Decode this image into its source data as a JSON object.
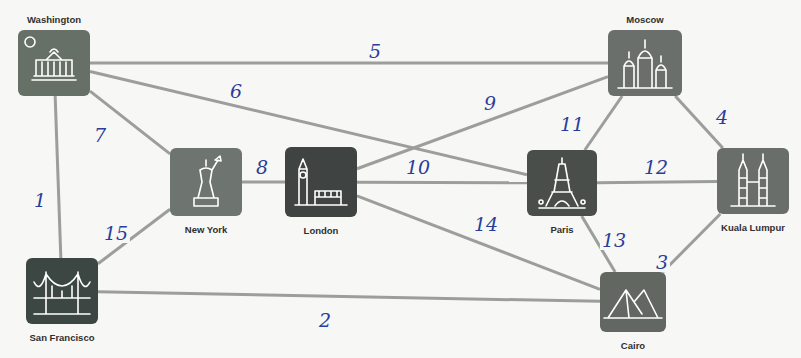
{
  "diagram": {
    "nodes": [
      {
        "text": [
          "Washington"
        ]
      },
      {
        "text": [
          "Moscow"
        ]
      },
      {
        "text": [
          "New York"
        ]
      },
      {
        "text": [
          "London"
        ]
      },
      {
        "text": [
          "Paris"
        ]
      },
      {
        "text": [
          "Kuala Lumpur"
        ]
      },
      {
        "text": [
          "San Francisco"
        ]
      },
      {
        "text": [
          "Cairo"
        ]
      }
    ],
    "edges": [
      {
        "from": 0,
        "to": 6,
        "arrow": "none",
        "label": "1"
      },
      {
        "from": 6,
        "to": 7,
        "arrow": "none",
        "label": "2"
      },
      {
        "from": 7,
        "to": 5,
        "arrow": "none",
        "label": "3"
      },
      {
        "from": 1,
        "to": 5,
        "arrow": "none",
        "label": "4"
      },
      {
        "from": 0,
        "to": 1,
        "arrow": "none",
        "label": "5"
      },
      {
        "from": 0,
        "to": 4,
        "arrow": "none",
        "label": "6"
      },
      {
        "from": 0,
        "to": 2,
        "arrow": "none",
        "label": "7"
      },
      {
        "from": 2,
        "to": 3,
        "arrow": "none",
        "label": "8"
      },
      {
        "from": 3,
        "to": 1,
        "arrow": "none",
        "label": "9"
      },
      {
        "from": 3,
        "to": 4,
        "arrow": "none",
        "label": "10"
      },
      {
        "from": 4,
        "to": 1,
        "arrow": "none",
        "label": "11"
      },
      {
        "from": 4,
        "to": 5,
        "arrow": "none",
        "label": "12"
      },
      {
        "from": 4,
        "to": 7,
        "arrow": "none",
        "label": "13"
      },
      {
        "from": 3,
        "to": 7,
        "arrow": "none",
        "label": "14"
      },
      {
        "from": 6,
        "to": 2,
        "arrow": "none",
        "label": "15"
      }
    ]
  }
}
